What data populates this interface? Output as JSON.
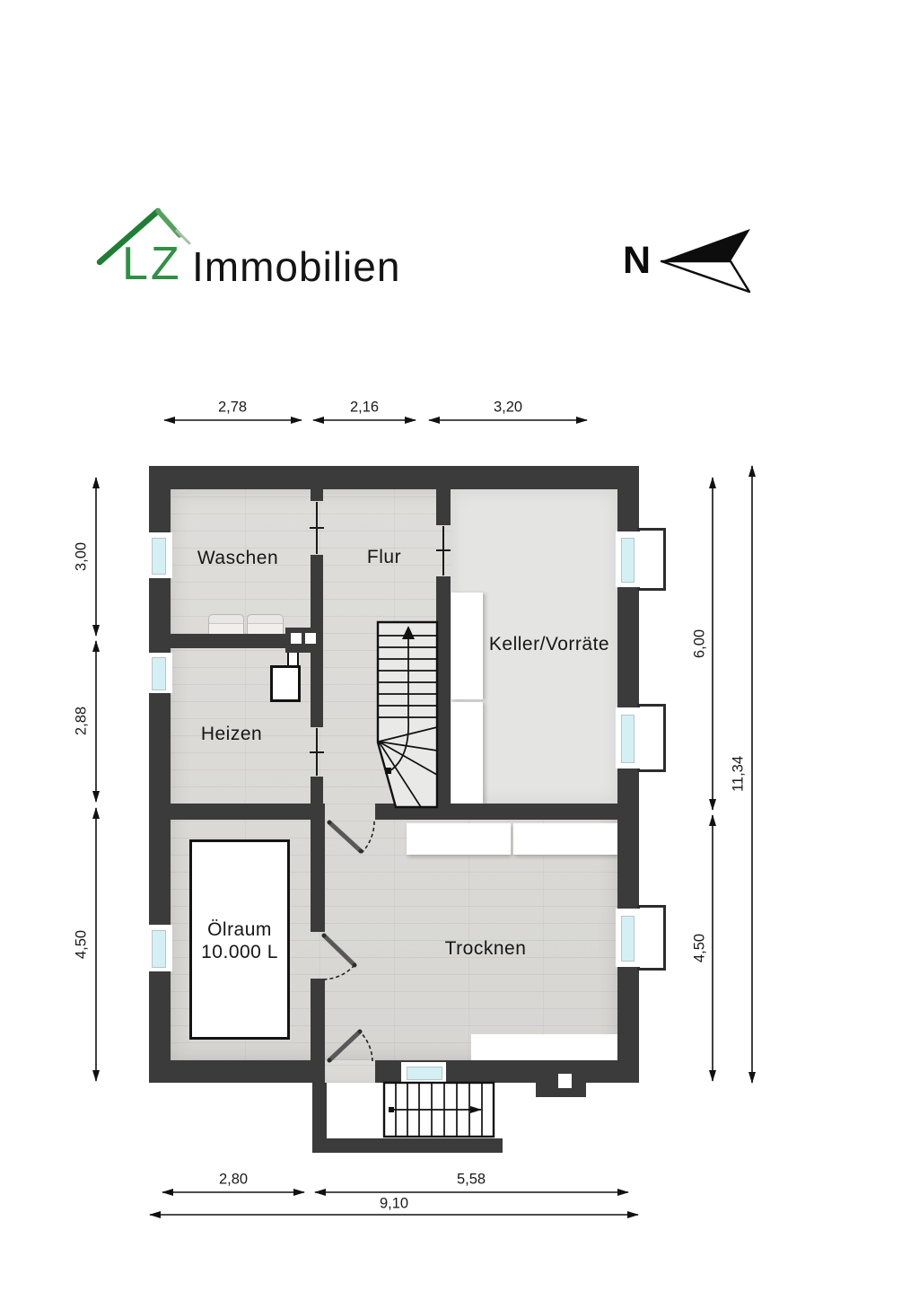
{
  "logo": {
    "mark": "LZ",
    "name": "Immobilien",
    "green": "#2f9143"
  },
  "compass": {
    "label": "N"
  },
  "rooms": {
    "waschen": "Waschen",
    "flur": "Flur",
    "keller": "Keller/Vorräte",
    "heizen": "Heizen",
    "oelraum_line1": "Ölraum",
    "oelraum_line2": "10.000 L",
    "trocknen": "Trocknen"
  },
  "dimensions": {
    "top": {
      "waschen": "2,78",
      "flur": "2,16",
      "keller": "3,20"
    },
    "left": {
      "waschen": "3,00",
      "heizen": "2,88",
      "oelraum": "4,50"
    },
    "right": {
      "keller": "6,00",
      "trocknen": "4,50",
      "total": "11,34"
    },
    "bottom": {
      "oelraum": "2,80",
      "trocknen": "5,58",
      "total": "9,10"
    }
  },
  "colors": {
    "wall": "#3b3b3b",
    "wood_floor": "#dbdad7",
    "keller_floor": "#e4e4e3",
    "window_glass": "#d5f0f4",
    "brand_green": "#2f9143"
  }
}
